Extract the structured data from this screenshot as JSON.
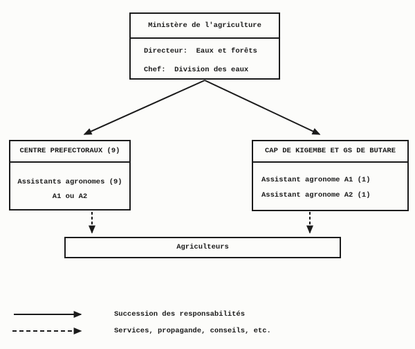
{
  "diagram": {
    "ministry": {
      "title": "Ministère de l'agriculture",
      "director_line": "Directeur:  Eaux et forêts",
      "chief_line": "Chef:  Division des eaux"
    },
    "centre": {
      "title": "CENTRE PREFECTORAUX (9)",
      "staff_line": "Assistants agronomes (9)",
      "grade_line": "A1 ou A2"
    },
    "cap": {
      "title": "CAP DE KIGEMBE ET GS DE BUTARE",
      "line_a1": "Assistant agronome A1 (1)",
      "line_a2": "Assistant agronome A2 (1)"
    },
    "farmers": {
      "title": "Agriculteurs"
    }
  },
  "legend": {
    "solid_label": "Succession des responsabilités",
    "dashed_label": "Services, propagande, conseils, etc."
  },
  "colors": {
    "ink": "#1b1b1b",
    "paper": "#fcfcfa"
  }
}
